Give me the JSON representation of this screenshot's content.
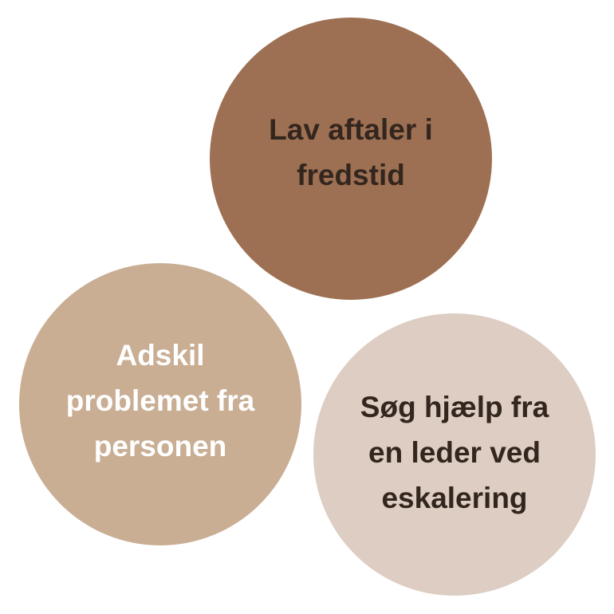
{
  "circles": [
    {
      "id": "c1",
      "text": "Lav aftaler i\nfredstid",
      "fill": "#9E7053",
      "text_color": "#33261E"
    },
    {
      "id": "c2",
      "text": "Adskil\nproblemet fra\npersonen",
      "fill": "#C9AE94",
      "text_color": "#FFFFFF"
    },
    {
      "id": "c3",
      "text": "Søg hjælp fra\nen leder ved\neskalering",
      "fill": "#DDCDC2",
      "text_color": "#33261E"
    }
  ]
}
